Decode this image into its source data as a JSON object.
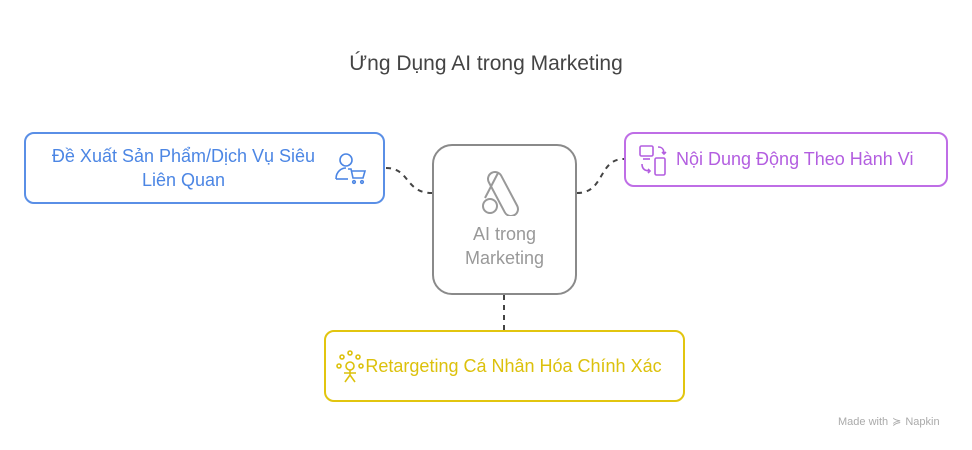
{
  "title": "Ứng Dụng AI trong Marketing",
  "center": {
    "label": "AI trong Marketing",
    "icon": "google-ads-icon"
  },
  "nodes": {
    "left": {
      "label": "Đề Xuất Sản Phẩm/Dịch Vụ Siêu Liên Quan",
      "icon": "user-cart-icon",
      "color": "#4c86e4"
    },
    "right": {
      "label": "Nội Dung Động Theo Hành Vi",
      "icon": "devices-sync-icon",
      "color": "#b35ee0"
    },
    "bottom": {
      "label": "Retargeting Cá Nhân Hóa Chính Xác",
      "icon": "person-network-icon",
      "color": "#dcc10c"
    }
  },
  "footer": {
    "made_with": "Made with",
    "brand": "Napkin"
  }
}
